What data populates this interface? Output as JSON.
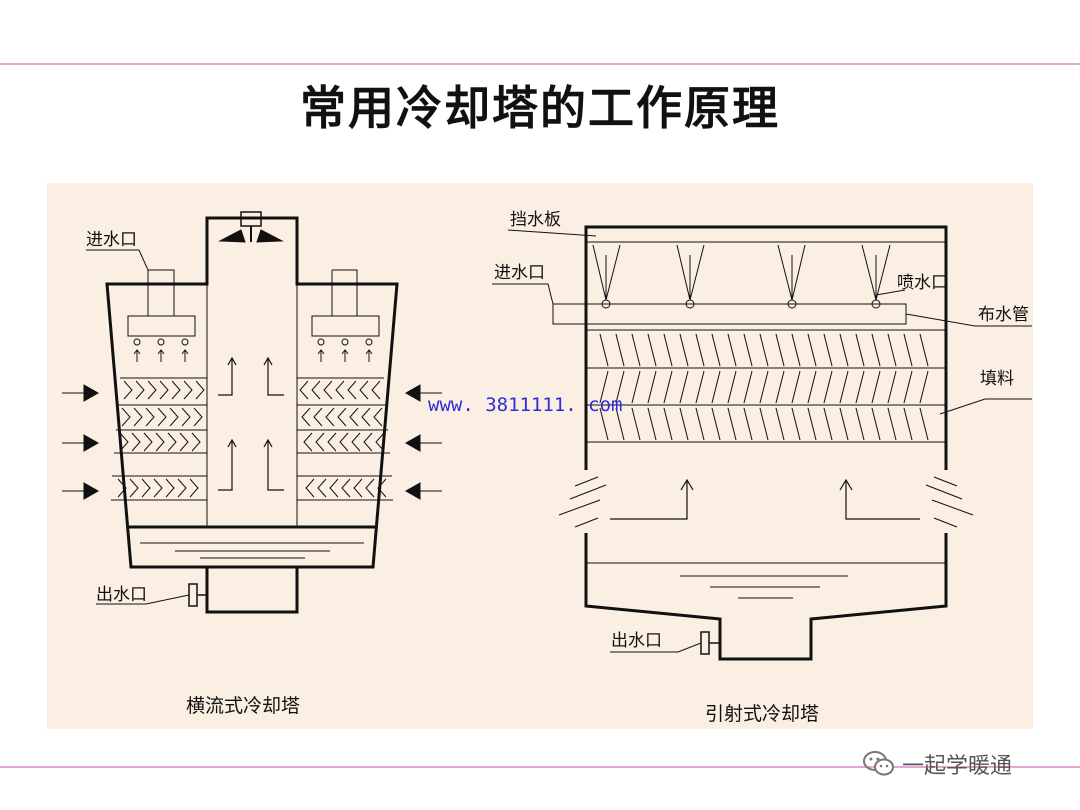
{
  "slide": {
    "title": "常用冷却塔的工作原理",
    "watermark": "www. 3811111. com",
    "brand": "一起学暖通"
  },
  "crossflow": {
    "caption": "横流式冷却塔",
    "labels": {
      "inlet": "进水口",
      "outlet": "出水口"
    }
  },
  "ejector": {
    "caption": "引射式冷却塔",
    "labels": {
      "eliminator": "挡水板",
      "inlet": "进水口",
      "nozzle": "喷水口",
      "pipe": "布水管",
      "fill": "填料",
      "outlet": "出水口"
    }
  },
  "colors": {
    "panel": "#fbeee3",
    "rule": "#e6a6d2",
    "line": "#111111",
    "watermark": "#2d2ddb"
  }
}
